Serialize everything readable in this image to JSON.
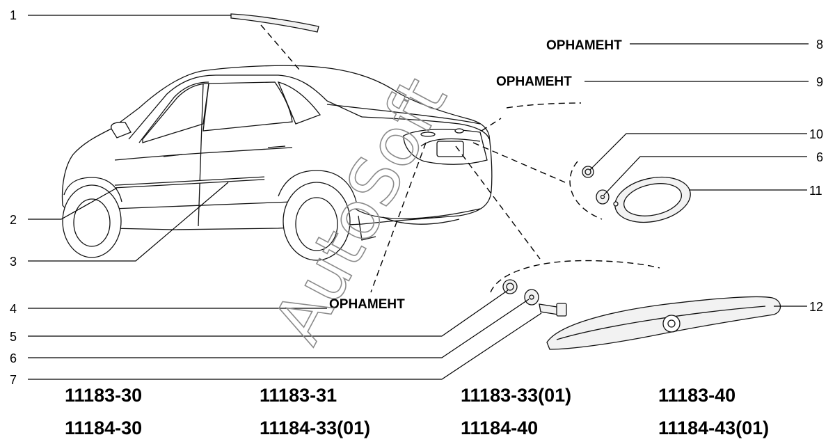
{
  "callouts": [
    {
      "n": "1"
    },
    {
      "n": "2"
    },
    {
      "n": "3"
    },
    {
      "n": "4"
    },
    {
      "n": "5"
    },
    {
      "n": "6"
    },
    {
      "n": "7"
    },
    {
      "n": "8"
    },
    {
      "n": "9"
    },
    {
      "n": "10"
    },
    {
      "n": "6"
    },
    {
      "n": "11"
    },
    {
      "n": "12"
    }
  ],
  "ornament": {
    "label_8": "ОРНАМЕНТ",
    "label_9": "ОРНАМЕНТ",
    "label_4": "ОРНАМЕНТ"
  },
  "models": [
    [
      "11183-30",
      "11183-31",
      "11183-33(01)",
      "11183-40"
    ],
    [
      "11184-30",
      "11184-33(01)",
      "11184-40",
      "11184-43(01)"
    ]
  ],
  "watermark": "AutoSoft"
}
